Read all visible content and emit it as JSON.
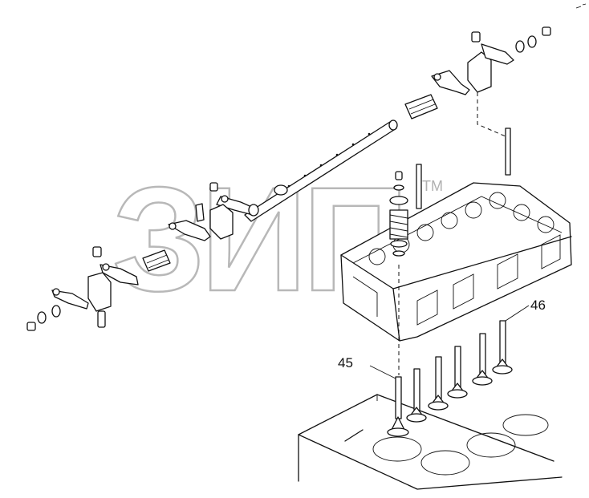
{
  "diagram": {
    "callouts": [
      {
        "id": "45",
        "label": "45"
      },
      {
        "id": "46",
        "label": "46"
      }
    ],
    "watermark": {
      "text": "ЗИП",
      "trademark": "TM"
    },
    "colors": {
      "line": "#111111",
      "watermark": "#b8b8b8",
      "background": "#ffffff"
    }
  }
}
